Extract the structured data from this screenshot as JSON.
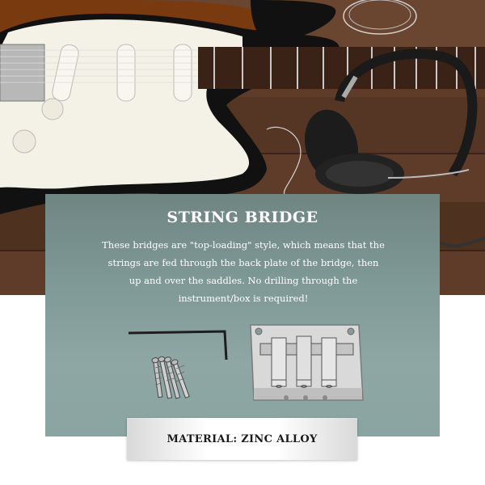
{
  "panel": {
    "title": "STRING BRIDGE",
    "description": "These bridges are \"top-loading\" style, which means that the strings are fed through the back plate of the bridge, then up and over the saddles. No drilling through the instrument/box is required!"
  },
  "material_label": "MATERIAL: ZINC ALLOY",
  "colors": {
    "panel_gradient_top": "#6f8582",
    "panel_gradient_bottom": "#8aa4a2",
    "guitar_body": "#111111",
    "pickguard": "#f4f1e6",
    "wood": "#5a3a28"
  }
}
